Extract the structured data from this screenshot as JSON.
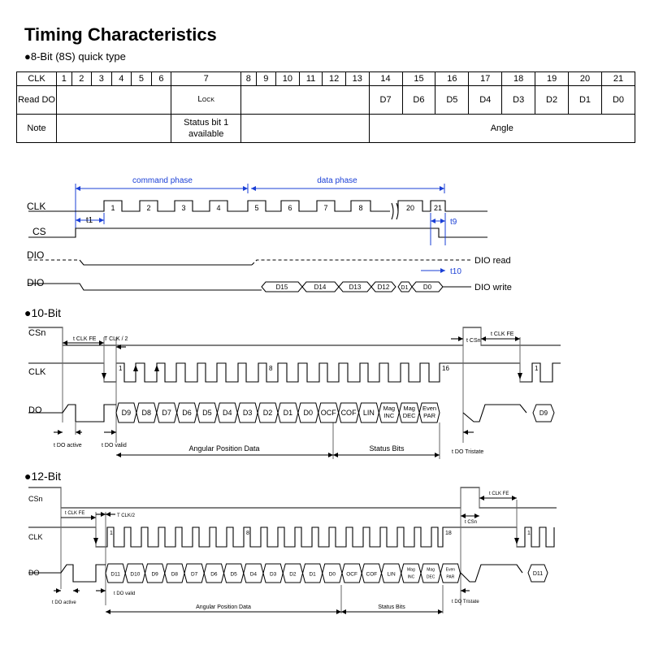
{
  "title": "Timing Characteristics",
  "section_8bit": "●8-Bit (8S) quick type",
  "section_10bit": "●10-Bit",
  "section_12bit": "●12-Bit",
  "table": {
    "row_clk": [
      "CLK",
      "1",
      "2",
      "3",
      "4",
      "5",
      "6",
      "7",
      "8",
      "9",
      "10",
      "11",
      "12",
      "13",
      "14",
      "15",
      "16",
      "17",
      "18",
      "19",
      "20",
      "21"
    ],
    "read_label": "Read DO",
    "lock": "Lock",
    "data_bits": [
      "D7",
      "D6",
      "D5",
      "D4",
      "D3",
      "D2",
      "D1",
      "D0"
    ],
    "note_label": "Note",
    "status_note": "Status bit 1 available",
    "angle": "Angle"
  },
  "diagram_8": {
    "command_phase": "command phase",
    "data_phase": "data phase",
    "sig_clk": "CLK",
    "sig_cs": "CS",
    "sig_dio": "DIO",
    "sig_dio2": "DIO",
    "pulses": [
      "1",
      "2",
      "3",
      "4",
      "5",
      "6",
      "7",
      "8",
      "20",
      "21"
    ],
    "bus_labels": [
      "D15",
      "D14",
      "D13",
      "D12",
      "D1",
      "D0"
    ],
    "t1": "t1",
    "t9": "t9",
    "t10": "t10",
    "dio_read": "DIO read",
    "dio_write": "DIO write"
  },
  "diagram_10": {
    "sig_csn": "CSn",
    "sig_clk": "CLK",
    "sig_do": "DO",
    "t_clk_fe": "t CLK FE",
    "t_clk_2": "T CLK / 2",
    "t_csn": "t CSn",
    "t_clk_fe_r": "t CLK FE",
    "clk_marks": [
      "1",
      "8",
      "16",
      "1"
    ],
    "bits": [
      "D9",
      "D8",
      "D7",
      "D6",
      "D5",
      "D4",
      "D3",
      "D2",
      "D1",
      "D0",
      "OCF",
      "COF",
      "LIN",
      "Mag INC",
      "Mag DEC",
      "Even PAR"
    ],
    "tail_bit": "D9",
    "t_do_active": "t DO active",
    "t_do_valid": "t DO valid",
    "angular": "Angular Position Data",
    "status": "Status Bits",
    "t_do_tristate": "t DO Tristate"
  },
  "diagram_12": {
    "sig_csn": "CSn",
    "sig_clk": "CLK",
    "sig_do": "DO",
    "t_clk_fe": "t CLK FE",
    "t_clk_2": "T CLK/2",
    "t_csn": "t CSn",
    "t_clk_fe_r": "t CLK FE",
    "clk_marks": [
      "1",
      "8",
      "18",
      "1"
    ],
    "bits": [
      "D11",
      "D10",
      "D9",
      "D8",
      "D7",
      "D6",
      "D5",
      "D4",
      "D3",
      "D2",
      "D1",
      "D0",
      "OCF",
      "COF",
      "LIN",
      "Mag INC",
      "Mag DEC",
      "Even PAR"
    ],
    "tail_bit": "D11",
    "t_do_active": "t DO active",
    "t_do_valid": "t DO valid",
    "angular": "Angular Position Data",
    "status": "Status Bits",
    "t_do_tristate": "t DO Tristate"
  }
}
